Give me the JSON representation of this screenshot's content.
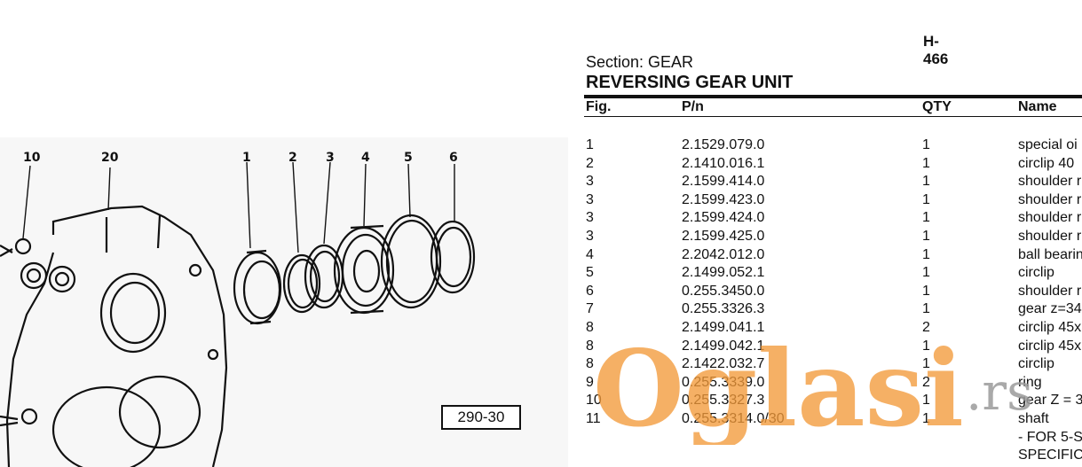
{
  "sheet": {
    "code": "H-466",
    "section": "Section: GEAR",
    "title": "REVERSING GEAR UNIT"
  },
  "table": {
    "headers": {
      "fig": "Fig.",
      "pn": "P/n",
      "qty": "QTY",
      "name": "Name"
    },
    "rows": [
      {
        "fig": "1",
        "pn": "2.1529.079.0",
        "qty": "1",
        "name": "special oi"
      },
      {
        "fig": "2",
        "pn": "2.1410.016.1",
        "qty": "1",
        "name": "circlip 40"
      },
      {
        "fig": "3",
        "pn": "2.1599.414.0",
        "qty": "1",
        "name": "shoulder r"
      },
      {
        "fig": "3",
        "pn": "2.1599.423.0",
        "qty": "1",
        "name": "shoulder r"
      },
      {
        "fig": "3",
        "pn": "2.1599.424.0",
        "qty": "1",
        "name": "shoulder r"
      },
      {
        "fig": "3",
        "pn": "2.1599.425.0",
        "qty": "1",
        "name": "shoulder r"
      },
      {
        "fig": "4",
        "pn": "2.2042.012.0",
        "qty": "1",
        "name": "ball bearin"
      },
      {
        "fig": "5",
        "pn": "2.1499.052.1",
        "qty": "1",
        "name": "circlip"
      },
      {
        "fig": "6",
        "pn": "0.255.3450.0",
        "qty": "1",
        "name": "shoulder r"
      },
      {
        "fig": "7",
        "pn": "0.255.3326.3",
        "qty": "1",
        "name": "gear z=34"
      },
      {
        "fig": "8",
        "pn": "2.1499.041.1",
        "qty": "2",
        "name": "circlip 45x"
      },
      {
        "fig": "8",
        "pn": "2.1499.042.1",
        "qty": "1",
        "name": "circlip 45x"
      },
      {
        "fig": "8",
        "pn": "2.1422.032.7",
        "qty": "1",
        "name": "circlip"
      },
      {
        "fig": "9",
        "pn": "0.255.3339.0",
        "qty": "2",
        "name": "ring"
      },
      {
        "fig": "10",
        "pn": "0.255.3327.3",
        "qty": "1",
        "name": "gear Z = 3"
      },
      {
        "fig": "11",
        "pn": "0.255.3314.0/30",
        "qty": "1",
        "name": "shaft"
      },
      {
        "fig": "",
        "pn": "",
        "qty": "",
        "name": "- FOR 5-S"
      },
      {
        "fig": "",
        "pn": "",
        "qty": "",
        "name": "SPECIFIC"
      }
    ]
  },
  "diagram": {
    "callouts": [
      "10",
      "20",
      "1",
      "2",
      "3",
      "4",
      "5",
      "6"
    ],
    "figure_ref": "290-30"
  },
  "watermark": {
    "main": "Oglasi",
    "suffix": ".rs",
    "color": "#f29a3a"
  }
}
